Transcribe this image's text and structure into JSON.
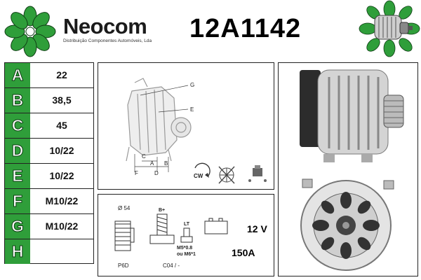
{
  "header": {
    "brand": "Neocom",
    "tagline": "Distribuição Componentes Automóveis, Lda",
    "part_number": "12A1142"
  },
  "specs": [
    {
      "letter": "A",
      "value": "22"
    },
    {
      "letter": "B",
      "value": "38,5"
    },
    {
      "letter": "C",
      "value": "45"
    },
    {
      "letter": "D",
      "value": "10/22"
    },
    {
      "letter": "E",
      "value": "10/22"
    },
    {
      "letter": "F",
      "value": "M10/22"
    },
    {
      "letter": "G",
      "value": "M10/22"
    },
    {
      "letter": "H",
      "value": ""
    }
  ],
  "diagram": {
    "labels": {
      "g": "G",
      "e": "E",
      "c": "C",
      "a": "A",
      "b": "B",
      "f": "F",
      "d": "D"
    },
    "rotation": "CW"
  },
  "electrical": {
    "pulley_diameter": "Ø 54",
    "pulley_type": "P6D",
    "terminal_b": "B+",
    "terminal_lt": "LT",
    "thread_spec_1": "M5*0.8",
    "thread_spec_2": "ou M6*1",
    "connector_code": "C04 / -",
    "voltage": "12 V",
    "amperage": "150A"
  },
  "colors": {
    "brand_green": "#2f9e3a",
    "dark_green": "#0f3d14"
  }
}
